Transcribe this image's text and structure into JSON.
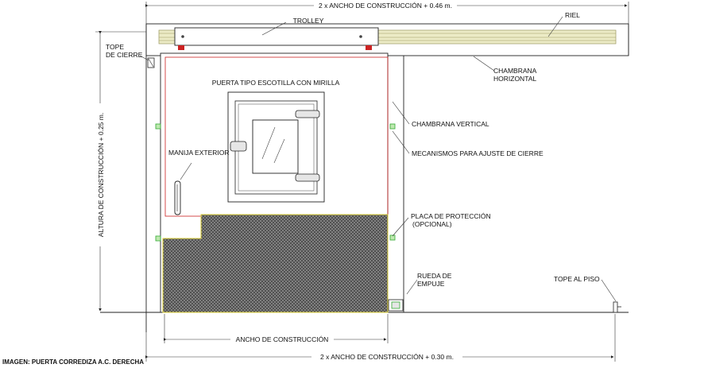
{
  "dimensions": {
    "top": "2 x ANCHO DE CONSTRUCCIÓN + 0.46 m.",
    "bottom_total": "2 x ANCHO DE CONSTRUCCIÓN + 0.30 m.",
    "bottom_width": "ANCHO DE CONSTRUCCIÓN",
    "height": "ALTURA DE CONSTRUCCIÓN + 0.25 m."
  },
  "labels": {
    "trolley": "TROLLEY",
    "riel": "RIEL",
    "tope_cierre_1": "TOPE",
    "tope_cierre_2": "DE CIERRE",
    "chambrana_h_1": "CHAMBRANA",
    "chambrana_h_2": "HORIZONTAL",
    "puerta": "PUERTA TIPO ESCOTILLA CON MIRILLA",
    "chambrana_v": "CHAMBRANA VERTICAL",
    "mecanismos": "MECANISMOS PARA AJUSTE DE CIERRE",
    "manija": "MANIJA EXTERIOR",
    "placa_1": "PLACA DE PROTECCIÓN",
    "placa_2": "(OPCIONAL)",
    "rueda_1": "RUEDA DE",
    "rueda_2": "EMPUJE",
    "tope_piso": "TOPE AL PISO"
  },
  "caption": "IMAGEN: PUERTA CORREDIZA A.C. DERECHA",
  "colors": {
    "line": "#222222",
    "door_edge": "#cc2222",
    "rail": "#e8e6b8",
    "hatch": "#6a6a6a",
    "plate_edge": "#d9cc33",
    "adjuster": "#33aa33"
  }
}
